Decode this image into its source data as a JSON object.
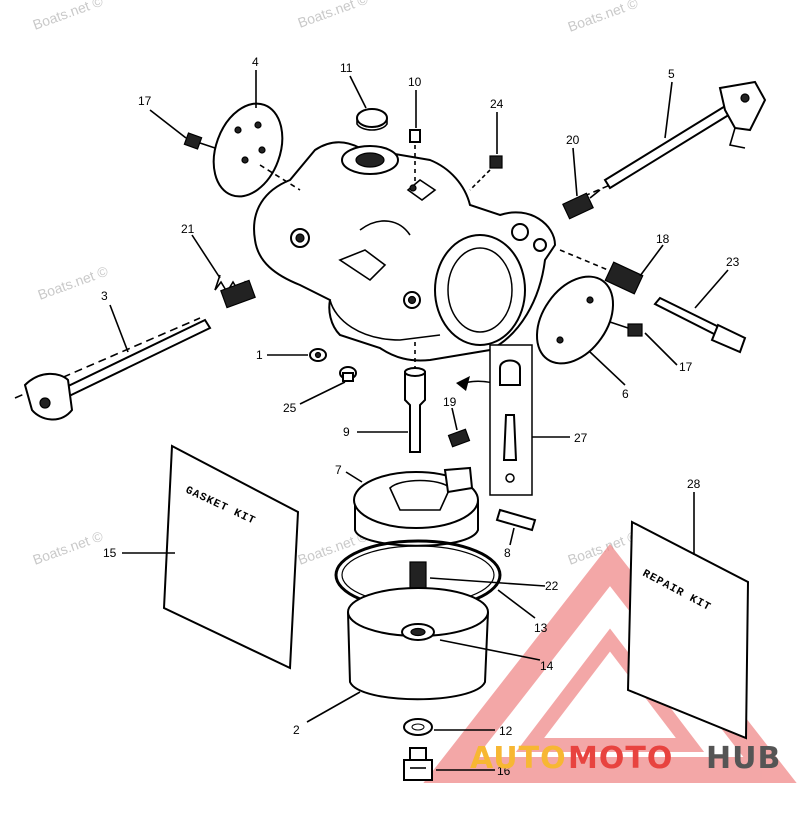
{
  "watermark": "Boats.net ©",
  "labels": {
    "p1": "1",
    "p2": "2",
    "p3": "3",
    "p4": "4",
    "p5": "5",
    "p6": "6",
    "p7": "7",
    "p8": "8",
    "p9": "9",
    "p10": "10",
    "p11": "11",
    "p12": "12",
    "p13": "13",
    "p14": "14",
    "p15": "15",
    "p16": "16",
    "p17a": "17",
    "p17b": "17",
    "p18": "18",
    "p19": "19",
    "p20": "20",
    "p21": "21",
    "p22": "22",
    "p23": "23",
    "p24": "24",
    "p25": "25",
    "p27": "27",
    "p28": "28"
  },
  "kits": {
    "gasket": "GASKET KIT",
    "repair": "REPAIR KIT"
  },
  "brand": {
    "part1": "AUTO",
    "part2": "MOTO",
    "part3": "HUB",
    "color1": "#f7b733",
    "color2": "#e8433f",
    "color3": "#555555",
    "logo_color": "#f08a8a"
  }
}
